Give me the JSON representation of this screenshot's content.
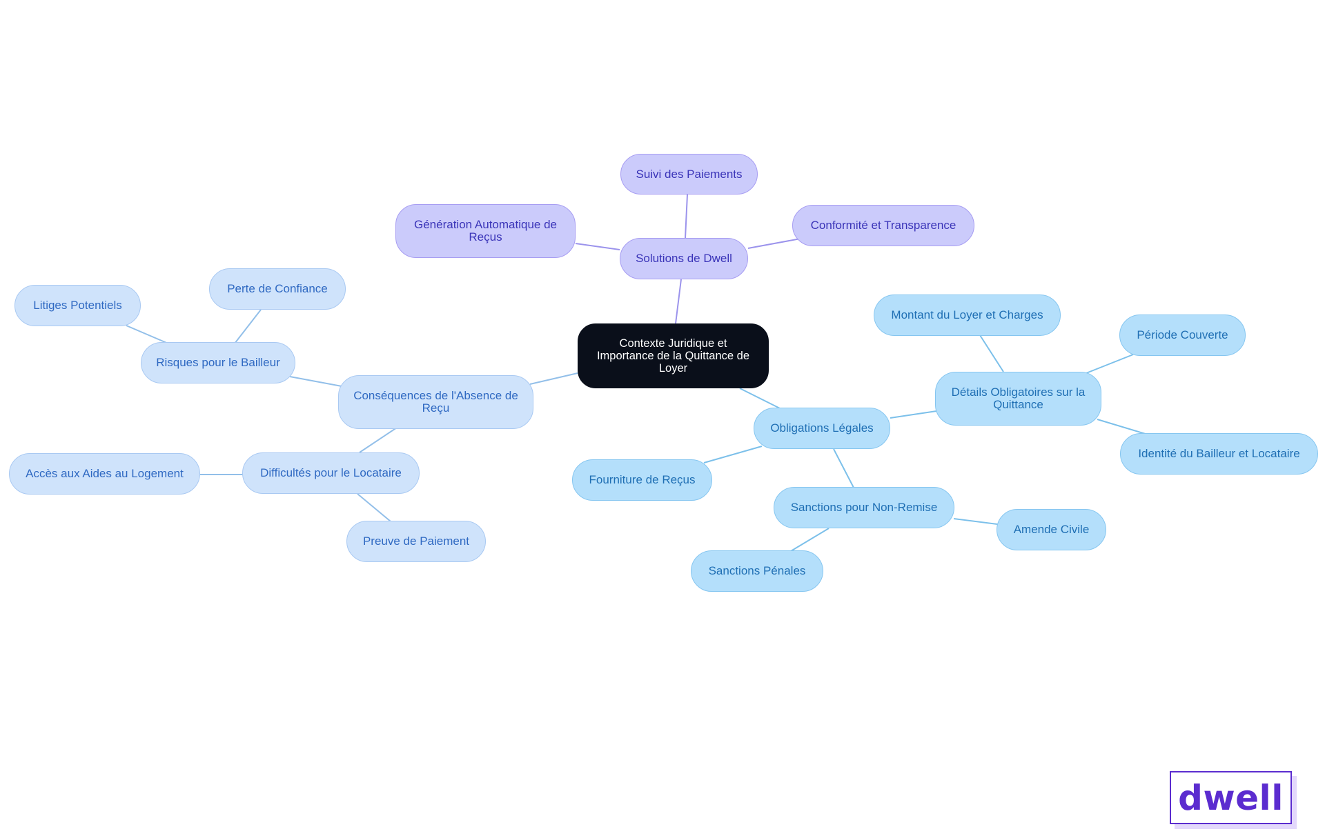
{
  "diagram": {
    "root": "Contexte Juridique et Importance de la Quittance de Loyer",
    "branches": {
      "solutions": {
        "label": "Solutions de Dwell",
        "children": {
          "suivi": "Suivi des Paiements",
          "generation": "Génération Automatique de Reçus",
          "conformite": "Conformité et Transparence"
        }
      },
      "consequences": {
        "label": "Conséquences de l'Absence de Reçu",
        "risques": {
          "label": "Risques pour le Bailleur",
          "children": {
            "confiance": "Perte de Confiance",
            "litiges": "Litiges Potentiels"
          }
        },
        "difficultes": {
          "label": "Difficultés pour le Locataire",
          "children": {
            "aides": "Accès aux Aides au Logement",
            "preuve": "Preuve de Paiement"
          }
        }
      },
      "obligations": {
        "label": "Obligations Légales",
        "details": {
          "label": "Détails Obligatoires sur la Quittance",
          "children": {
            "montant": "Montant du Loyer et Charges",
            "periode": "Période Couverte",
            "identite": "Identité du Bailleur et Locataire"
          }
        },
        "fourniture": "Fourniture de Reçus",
        "sanctions": {
          "label": "Sanctions pour Non-Remise",
          "children": {
            "amende": "Amende Civile",
            "penales": "Sanctions Pénales"
          }
        }
      }
    }
  },
  "colors": {
    "root": "#0a0f1a",
    "purple": "#cbcbfb",
    "lightblue": "#cfe3fb",
    "skyblue": "#b4dffb",
    "edge_purple": "#9b93ec",
    "edge_lightblue": "#92bfe9",
    "edge_skyblue": "#7cc0ea"
  },
  "logo": {
    "text": "dwell"
  }
}
